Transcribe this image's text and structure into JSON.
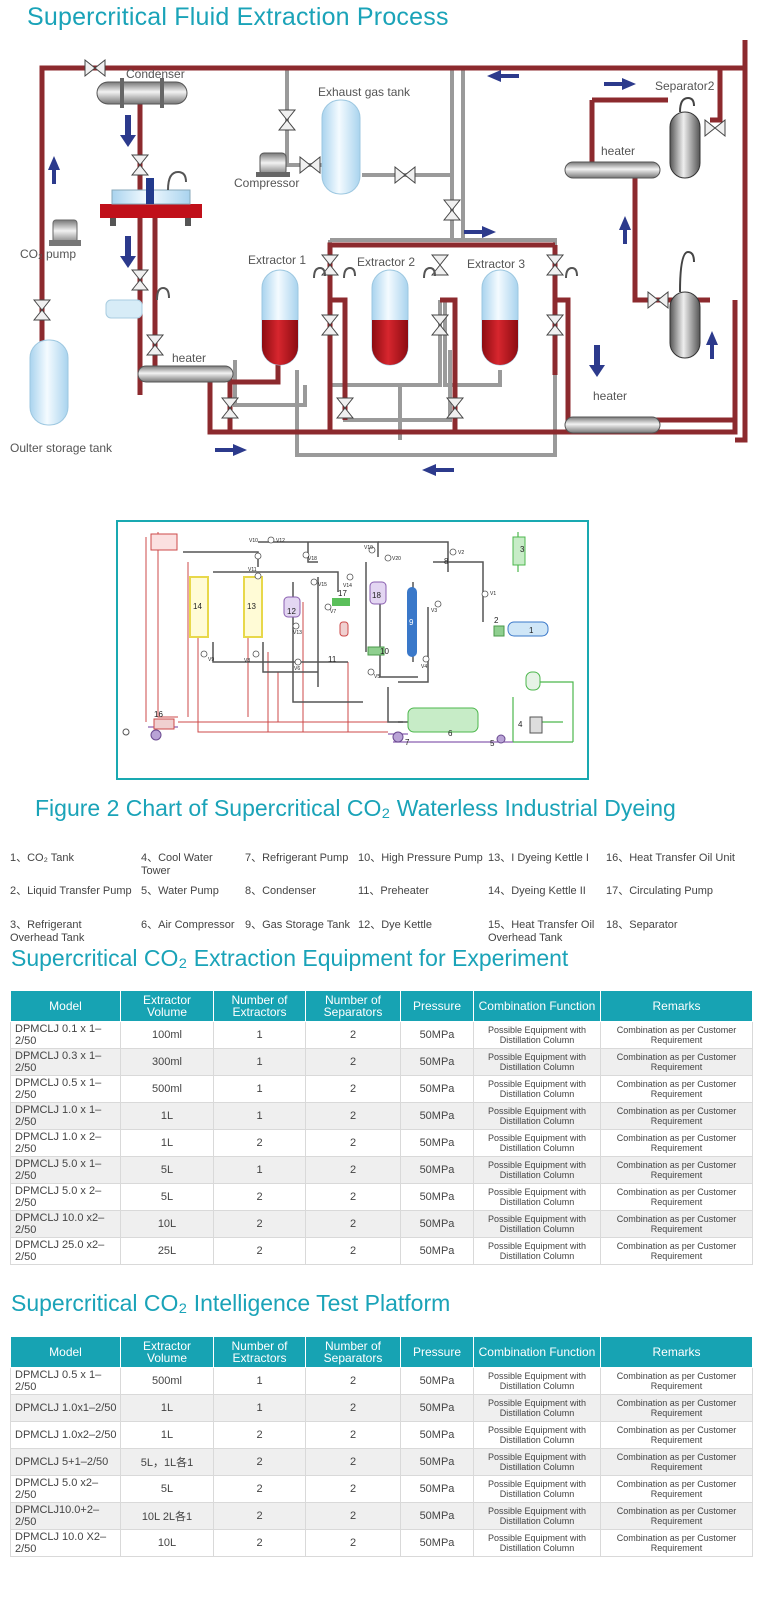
{
  "process": {
    "title": "Supercritical Fluid Extraction Process",
    "labels": {
      "condenser": "Condenser",
      "exhaust_tank": "Exhaust gas tank",
      "separator2": "Separator2",
      "compressor": "Compressor",
      "heater_right_top": "heater",
      "co2_pump": "CO₂ pump",
      "extractor1": "Extractor 1",
      "extractor2": "Extractor 2",
      "extractor3": "Extractor 3",
      "heater_left": "heater",
      "heater_right_bottom": "heater",
      "storage_tank": "Oulter storage tank"
    }
  },
  "dyeing_chart": {
    "numbers": [
      "1",
      "2",
      "3",
      "4",
      "5",
      "6",
      "7",
      "8",
      "9",
      "10",
      "11",
      "12",
      "13",
      "14",
      "16",
      "17",
      "18"
    ],
    "valves": [
      "V1",
      "V2",
      "V3",
      "V4",
      "V5",
      "V6",
      "V7",
      "V8",
      "V9",
      "V10",
      "V11",
      "V12",
      "V13",
      "V14",
      "V15",
      "V18",
      "V19",
      "V20"
    ],
    "title": "Figure 2 Chart of Supercritical CO₂ Waterless Industrial Dyeing",
    "legend": [
      "1、CO₂ Tank",
      "2、Liquid Transfer Pump",
      "3、Refrigerant Overhead Tank",
      "4、Cool Water Tower",
      "5、Water Pump",
      "6、Air Compressor",
      "7、Refrigerant Pump",
      "8、Condenser",
      "9、Gas Storage Tank",
      "10、High Pressure Pump",
      "11、Preheater",
      "12、Dye Kettle",
      "13、I Dyeing Kettle I",
      "14、Dyeing Kettle II",
      "15、Heat Transfer Oil Overhead Tank",
      "16、Heat Transfer Oil Unit",
      "17、Circulating Pump",
      "18、Separator"
    ]
  },
  "table1": {
    "title": "Supercritical CO₂ Extraction Equipment for Experiment",
    "headers": [
      "Model",
      "Extractor Volume",
      "Number of Extractors",
      "Number of Separators",
      "Pressure",
      "Combination Function",
      "Remarks"
    ],
    "rows": [
      [
        "DPMCLJ 0.1 x 1–2/50",
        "100ml",
        "1",
        "2",
        "50MPa",
        "Possible Equipment with Distillation Column",
        "Combination as per Customer Requirement"
      ],
      [
        "DPMCLJ 0.3 x 1–2/50",
        "300ml",
        "1",
        "2",
        "50MPa",
        "Possible Equipment with Distillation Column",
        "Combination as per Customer Requirement"
      ],
      [
        "DPMCLJ 0.5 x 1–2/50",
        "500ml",
        "1",
        "2",
        "50MPa",
        "Possible Equipment with Distillation Column",
        "Combination as per Customer Requirement"
      ],
      [
        "DPMCLJ 1.0 x 1–2/50",
        "1L",
        "1",
        "2",
        "50MPa",
        "Possible Equipment with Distillation Column",
        "Combination as per Customer Requirement"
      ],
      [
        "DPMCLJ 1.0 x 2–2/50",
        "1L",
        "2",
        "2",
        "50MPa",
        "Possible Equipment with Distillation Column",
        "Combination as per Customer Requirement"
      ],
      [
        "DPMCLJ 5.0 x 1–2/50",
        "5L",
        "1",
        "2",
        "50MPa",
        "Possible Equipment with Distillation Column",
        "Combination as per Customer Requirement"
      ],
      [
        "DPMCLJ 5.0 x 2–2/50",
        "5L",
        "2",
        "2",
        "50MPa",
        "Possible Equipment with Distillation Column",
        "Combination as per Customer Requirement"
      ],
      [
        "DPMCLJ 10.0 x2–2/50",
        "10L",
        "2",
        "2",
        "50MPa",
        "Possible Equipment with Distillation Column",
        "Combination as per Customer Requirement"
      ],
      [
        "DPMCLJ 25.0 x2–2/50",
        "25L",
        "2",
        "2",
        "50MPa",
        "Possible Equipment with Distillation Column",
        "Combination as per Customer Requirement"
      ]
    ]
  },
  "table2": {
    "title": "Supercritical CO₂ Intelligence Test Platform",
    "headers": [
      "Model",
      "Extractor Volume",
      "Number of Extractors",
      "Number of Separators",
      "Pressure",
      "Combination Function",
      "Remarks"
    ],
    "rows": [
      [
        "DPMCLJ 0.5 x 1–2/50",
        "500ml",
        "1",
        "2",
        "50MPa",
        "Possible Equipment with Distillation Column",
        "Combination as per Customer Requirement"
      ],
      [
        "DPMCLJ 1.0x1–2/50",
        "1L",
        "1",
        "2",
        "50MPa",
        "Possible Equipment with Distillation Column",
        "Combination as per Customer Requirement"
      ],
      [
        "DPMCLJ 1.0x2–2/50",
        "1L",
        "2",
        "2",
        "50MPa",
        "Possible Equipment with Distillation Column",
        "Combination as per Customer Requirement"
      ],
      [
        "DPMCLJ 5+1–2/50",
        "5L，1L各1",
        "2",
        "2",
        "50MPa",
        "Possible Equipment with Distillation Column",
        "Combination as per Customer Requirement"
      ],
      [
        "DPMCLJ 5.0 x2–2/50",
        "5L",
        "2",
        "2",
        "50MPa",
        "Possible Equipment with Distillation Column",
        "Combination as per Customer Requirement"
      ],
      [
        "DPMCLJ10.0+2–2/50",
        "10L 2L各1",
        "2",
        "2",
        "50MPa",
        "Possible Equipment with Distillation Column",
        "Combination as per Customer Requirement"
      ],
      [
        "DPMCLJ 10.0 X2–2/50",
        "10L",
        "2",
        "2",
        "50MPa",
        "Possible Equipment with Distillation Column",
        "Combination as per Customer Requirement"
      ]
    ]
  },
  "colors": {
    "accent": "#1aa3b8",
    "pipe_red": "#8c2a2e",
    "pipe_gray": "#9a9a9a",
    "liquid_red": "#b5121b",
    "tank_blue": "#cfe8f7",
    "arrow_blue": "#2c3a8c"
  }
}
